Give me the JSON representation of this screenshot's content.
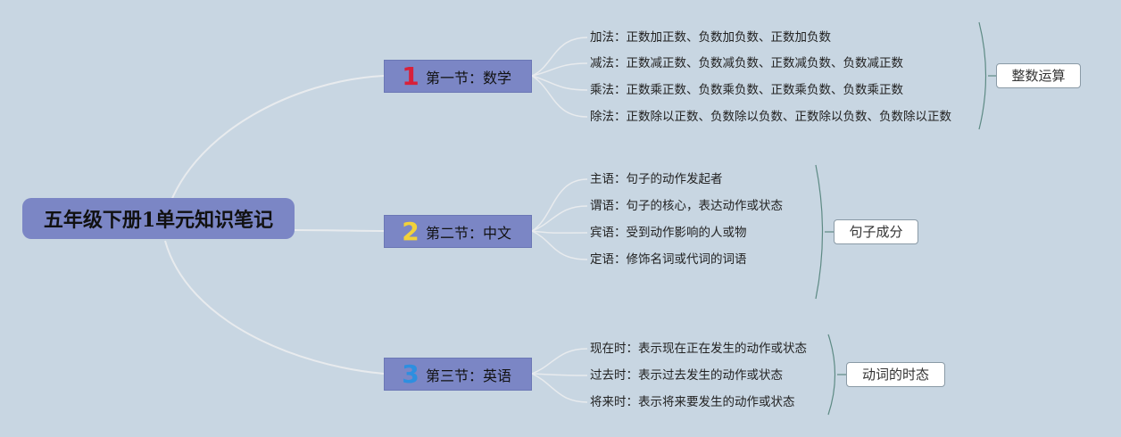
{
  "root": {
    "title": "五年级下册1单元知识笔记"
  },
  "sections": [
    {
      "number": "1",
      "number_color": "#d8203a",
      "title": "第一节：数学",
      "summary": "整数运算",
      "items": [
        "加法：正数加正数、负数加负数、正数加负数",
        "减法：正数减正数、负数减负数、正数减负数、负数减正数",
        "乘法：正数乘正数、负数乘负数、正数乘负数、负数乘正数",
        "除法：正数除以正数、负数除以负数、正数除以负数、负数除以正数"
      ]
    },
    {
      "number": "2",
      "number_color": "#f2d23a",
      "title": "第二节：中文",
      "summary": "句子成分",
      "items": [
        "主语：句子的动作发起者",
        "谓语：句子的核心，表达动作或状态",
        "宾语：受到动作影响的人或物",
        "定语：修饰名词或代词的词语"
      ]
    },
    {
      "number": "3",
      "number_color": "#2d8fe0",
      "title": "第三节：英语",
      "summary": "动词的时态",
      "items": [
        "现在时：表示现在正在发生的动作或状态",
        "过去时：表示过去发生的动作或状态",
        "将来时：表示将来要发生的动作或状态"
      ]
    }
  ],
  "colors": {
    "background": "#c8d6e2",
    "node": "#7b86c5",
    "connector": "#e6e9ec",
    "bracket": "#5d8a84"
  }
}
